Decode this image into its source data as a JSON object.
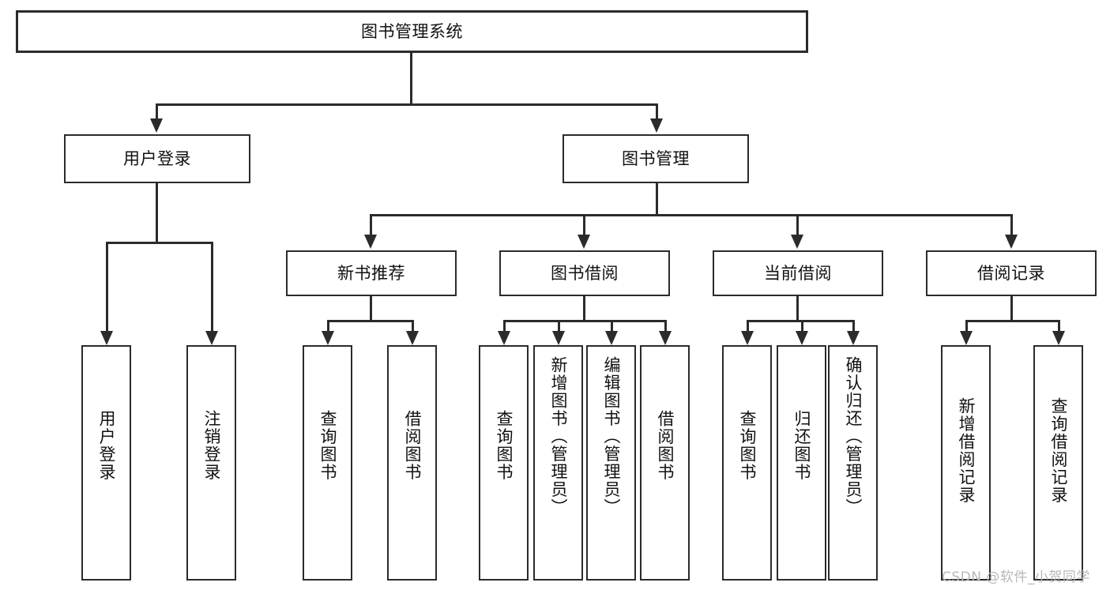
{
  "diagram": {
    "title": "图书管理系统",
    "type": "tree-hierarchy-chart",
    "root": {
      "id": "root",
      "label": "图书管理系统"
    },
    "level2": [
      {
        "id": "user-login",
        "label": "用户登录"
      },
      {
        "id": "book-manage",
        "label": "图书管理"
      }
    ],
    "level3": [
      {
        "id": "new-book-rec",
        "label": "新书推荐"
      },
      {
        "id": "book-borrow",
        "label": "图书借阅"
      },
      {
        "id": "current-borrow",
        "label": "当前借阅"
      },
      {
        "id": "borrow-record",
        "label": "借阅记录"
      }
    ],
    "leaves": [
      {
        "id": "leaf-user-login",
        "label": "用户登录",
        "parent": "user-login"
      },
      {
        "id": "leaf-user-logout",
        "label": "注销登录",
        "parent": "user-login"
      },
      {
        "id": "leaf-query-book-1",
        "label": "查询图书",
        "parent": "new-book-rec"
      },
      {
        "id": "leaf-borrow-book-1",
        "label": "借阅图书",
        "parent": "new-book-rec"
      },
      {
        "id": "leaf-query-book-2",
        "label": "查询图书",
        "parent": "book-borrow"
      },
      {
        "id": "leaf-add-book",
        "label": "新增图书（管理员）",
        "parent": "book-borrow"
      },
      {
        "id": "leaf-edit-book",
        "label": "编辑图书（管理员）",
        "parent": "book-borrow"
      },
      {
        "id": "leaf-borrow-book-2",
        "label": "借阅图书",
        "parent": "book-borrow"
      },
      {
        "id": "leaf-query-book-3",
        "label": "查询图书",
        "parent": "current-borrow"
      },
      {
        "id": "leaf-return-book",
        "label": "归还图书",
        "parent": "current-borrow"
      },
      {
        "id": "leaf-confirm-return",
        "label": "确认归还（管理员）",
        "parent": "current-borrow"
      },
      {
        "id": "leaf-add-record",
        "label": "新增借阅记录",
        "parent": "borrow-record"
      },
      {
        "id": "leaf-query-record",
        "label": "查询借阅记录",
        "parent": "borrow-record"
      }
    ],
    "colors": {
      "stroke": "#2b2b2b",
      "fill": "#ffffff",
      "text": "#111111",
      "watermark": "#b8b8b8"
    }
  },
  "watermark": {
    "text": "CSDN @软件_小贺同学"
  }
}
